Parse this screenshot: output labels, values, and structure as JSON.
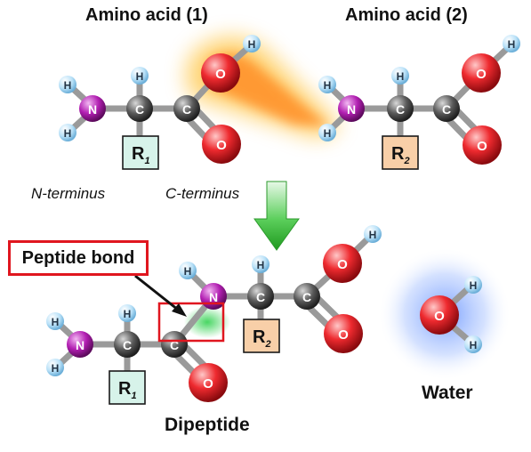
{
  "labels": {
    "amino_acid_1": "Amino acid (1)",
    "amino_acid_2": "Amino acid (2)",
    "n_terminus": "N-terminus",
    "c_terminus": "C-terminus",
    "peptide_bond": "Peptide bond",
    "dipeptide": "Dipeptide",
    "water": "Water"
  },
  "atoms": {
    "H": "H",
    "N": "N",
    "C": "C",
    "O": "O"
  },
  "r_groups": {
    "r1": "R",
    "r1_sub": "1",
    "r2": "R",
    "r2_sub": "2"
  },
  "colors": {
    "hydrogen": "#a9d8f5",
    "nitrogen": "#a31aa3",
    "carbon": "#505050",
    "oxygen": "#e21b23",
    "r1_box": "#d7f3ea",
    "r2_box": "#f8cfa8",
    "arrow": "#2fb52f",
    "highlight_box": "#e0161f",
    "water_glow": "#7aa7ff",
    "reaction_glow": "#ffb000"
  }
}
